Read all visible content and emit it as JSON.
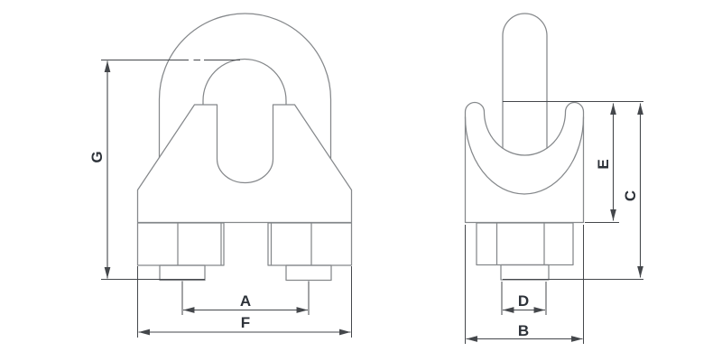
{
  "colors": {
    "background": "#ffffff",
    "part_outline": "#85888b",
    "dimension_line": "#44474b",
    "label_text": "#2d3239"
  },
  "front_view": {
    "dimension_labels": {
      "height": "G",
      "bolt_spacing": "A",
      "overall_width": "F"
    }
  },
  "side_view": {
    "dimension_labels": {
      "saddle_height": "E",
      "overall_height": "C",
      "bolt_diameter": "D",
      "saddle_width": "B"
    }
  }
}
